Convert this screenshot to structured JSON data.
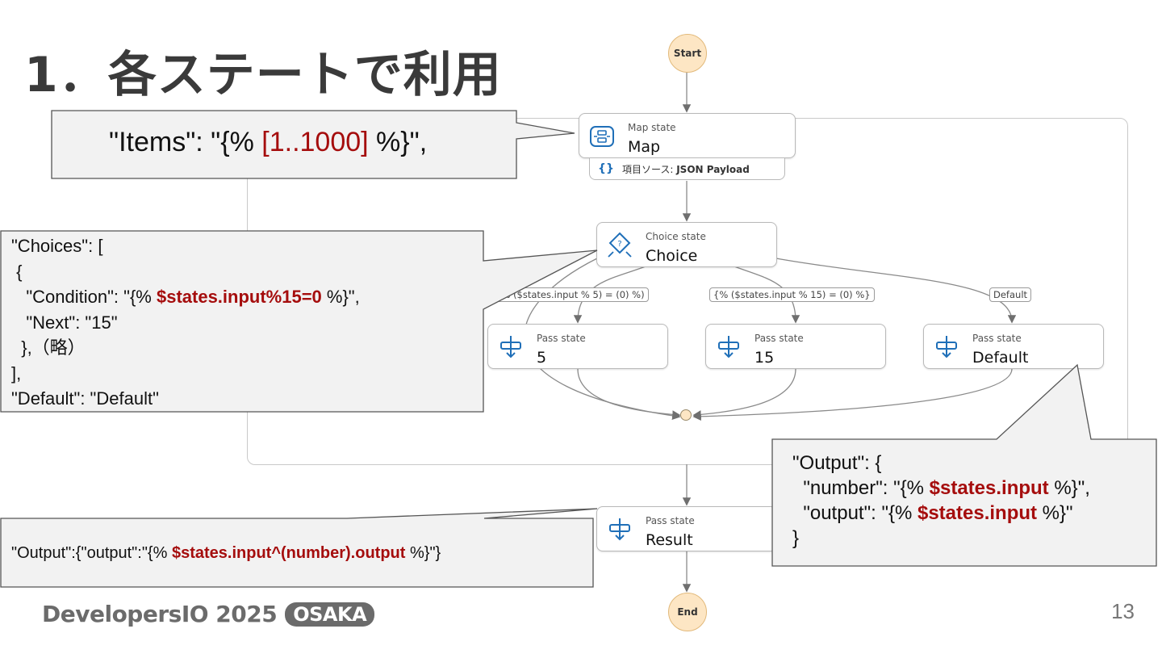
{
  "slide": {
    "title": "1．各ステートで利用",
    "page_number": "13"
  },
  "footer": {
    "brand": "DevelopersIO 2025",
    "badge": "OSAKA"
  },
  "workflow": {
    "start_label": "Start",
    "end_label": "End",
    "map_node": {
      "type": "Map state",
      "name": "Map"
    },
    "map_source": {
      "prefix": "項目ソース:",
      "value": "JSON Payload"
    },
    "choice_node": {
      "type": "Choice state",
      "name": "Choice"
    },
    "conditions": {
      "c5": "(% ($states.input % 5) = (0) %)",
      "c15": "{% ($states.input % 15) = (0) %}",
      "default": "Default"
    },
    "pass_5": {
      "type": "Pass state",
      "name": "5"
    },
    "pass_15": {
      "type": "Pass state",
      "name": "15"
    },
    "pass_default": {
      "type": "Pass state",
      "name": "Default"
    },
    "result_node": {
      "type": "Pass state",
      "name": "Result"
    }
  },
  "callouts": {
    "items": {
      "pre": "\"Items\": \"{% ",
      "hl": "[1..1000]",
      "post": " %}\","
    },
    "choices": {
      "l1": "\"Choices\": [",
      "l2": " {",
      "l3_pre": "   \"Condition\": \"{% ",
      "l3_hl": "$states.input%15=0",
      "l3_post": " %}\",",
      "l4": "   \"Next\": \"15\"",
      "l5": "  },（略）",
      "l6": "],",
      "l7": "\"Default\": \"Default\""
    },
    "output_default": {
      "l1": "\"Output\": {",
      "l2_pre": "  \"number\": \"{% ",
      "l2_hl": "$states.input",
      "l2_post": " %}\",",
      "l3_pre": "  \"output\": \"{% ",
      "l3_hl": "$states.input",
      "l3_post": " %}\"",
      "l4": "}"
    },
    "output_result": {
      "pre": "\"Output\":{\"output\":\"{% ",
      "hl": "$states.input^(number).output",
      "post": " %}\"}"
    }
  }
}
